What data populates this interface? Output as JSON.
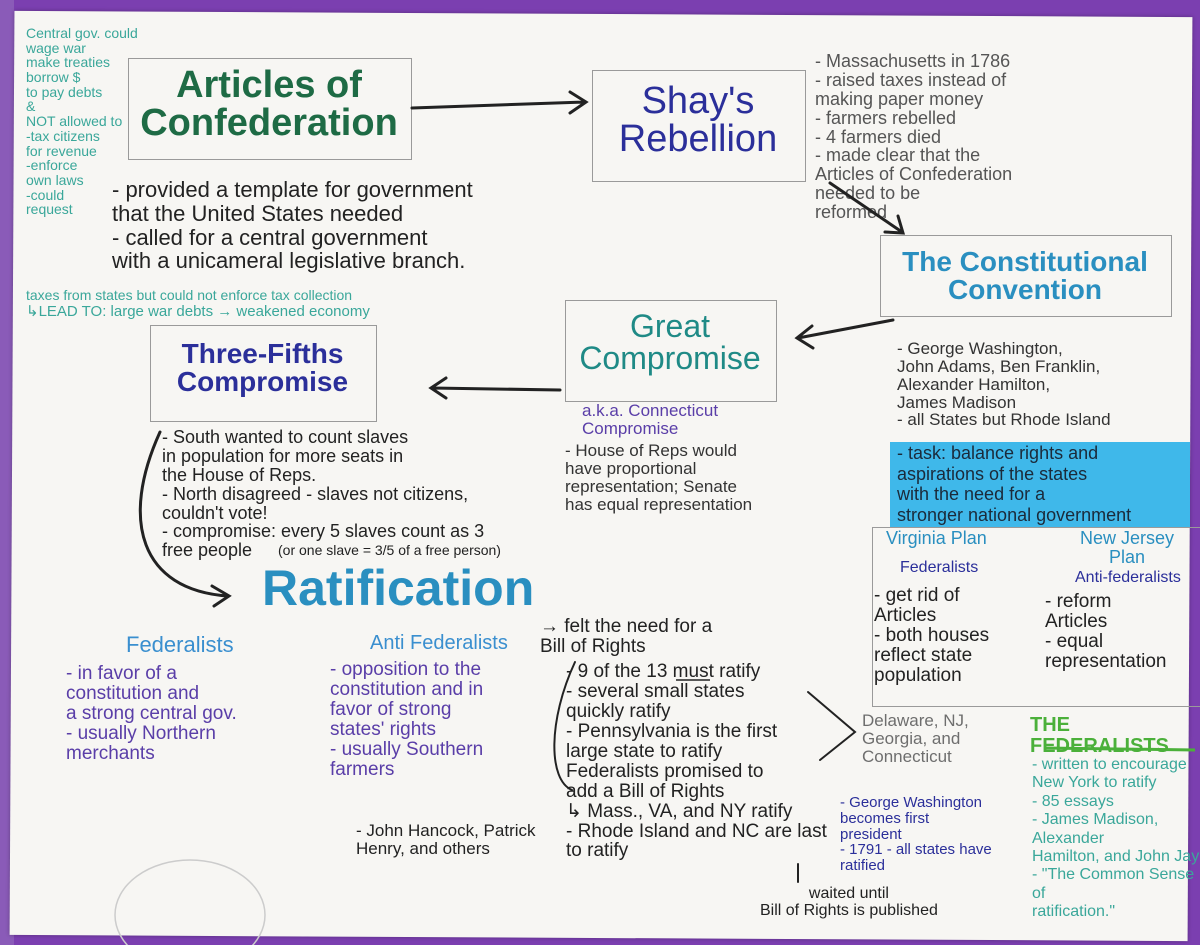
{
  "colors": {
    "purple_folder": "#7b3fb0",
    "paper": "#f7f6f3",
    "green": "#1e6b45",
    "navy": "#2b2f9a",
    "teal": "#3aa79a",
    "blue": "#2a8fc0",
    "purple_ink": "#5a3ea8",
    "highlight": "#3fb8ea",
    "bright_green": "#4bb03a",
    "pencil_gray": "#6e6e6e"
  },
  "articles": {
    "title": "Articles of\nConfederation",
    "side_notes": "Central gov. could\nwage war\nmake treaties\nborrow $\nto pay debts\n&\nNOT allowed to\n-tax citizens\nfor revenue\n-enforce\nown laws\n-could\nrequest",
    "description": "- provided a template for government\nthat the United States needed\n- called for a central government\nwith a unicameral legislative branch.",
    "tax_note": "taxes from states but could not enforce tax collection",
    "lead_to": "↳LEAD TO: large war debts → weakened economy"
  },
  "shays": {
    "title": "Shay's\nRebellion",
    "notes": "- Massachusetts in 1786\n- raised taxes instead of\nmaking paper money\n- farmers rebelled\n- 4 farmers died\n  - made clear that the\n   Articles of Confederation\n        needed to be\n          reformed"
  },
  "convention": {
    "title": "The Constitutional\nConvention",
    "notes": "- George Washington,\nJohn Adams, Ben Franklin,\n Alexander Hamilton,\n  James Madison\n- all States but Rhode Island",
    "task": "- task: balance rights and\naspirations of the states\nwith the need for a\nstronger national government"
  },
  "plans": {
    "virginia": {
      "title": "Virginia Plan",
      "side": "Federalists",
      "notes": "- get rid of\n  Articles\n- both houses\nreflect state\n  population"
    },
    "new_jersey": {
      "title": "New Jersey\nPlan",
      "side": "Anti-federalists",
      "notes": "- reform\nArticles\n- equal\nrepresentation"
    }
  },
  "great": {
    "title": "Great\nCompromise",
    "aka": "a.k.a. Connecticut\n   Compromise",
    "notes": "- House of Reps would\nhave proportional\nrepresentation; Senate\nhas equal representation"
  },
  "three_fifths": {
    "title": "Three-Fifths\nCompromise",
    "notes": "- South wanted to count slaves\nin population for more seats in\nthe House of Reps.\n- North disagreed - slaves not citizens,\ncouldn't vote!\n- compromise: every 5 slaves count as 3\nfree people",
    "aside": "(or one slave = 3/5 of a free person)"
  },
  "ratification": {
    "title": "Ratification",
    "federalists": {
      "title": "Federalists",
      "notes": "- in favor of a\nconstitution and\na strong central gov.\n- usually Northern\n   merchants"
    },
    "anti_federalists": {
      "title": "Anti Federalists",
      "notes": "- opposition to the\nconstitution and in\nfavor of strong\n  states' rights\n- usually Southern\n    farmers",
      "people": "- John Hancock, Patrick\n  Henry, and others"
    },
    "bill_need": "→ felt the need for a\n   Bill of Rights",
    "steps": "- 9 of the 13 must ratify\n- several small states\nquickly ratify\n- Pennsylvania is the first\n  large state to ratify\nFederalists promised to\nadd a Bill of Rights\n↳ Mass., VA, and NY ratify\n- Rhode Island and NC are last\nto ratify",
    "small_states": "Delaware, NJ,\nGeorgia, and\nConnecticut",
    "washington": "- George Washington\nbecomes first\n   president\n- 1791 - all states have\n          ratified",
    "waited": "waited until\nBill of Rights is published"
  },
  "federalist_papers": {
    "title": "THE FEDERALISTS",
    "notes": "- written to encourage\nNew York to ratify\n- 85 essays\n- James Madison, Alexander\nHamilton, and John Jay\n- \"The Common Sense of\n   ratification.\""
  }
}
